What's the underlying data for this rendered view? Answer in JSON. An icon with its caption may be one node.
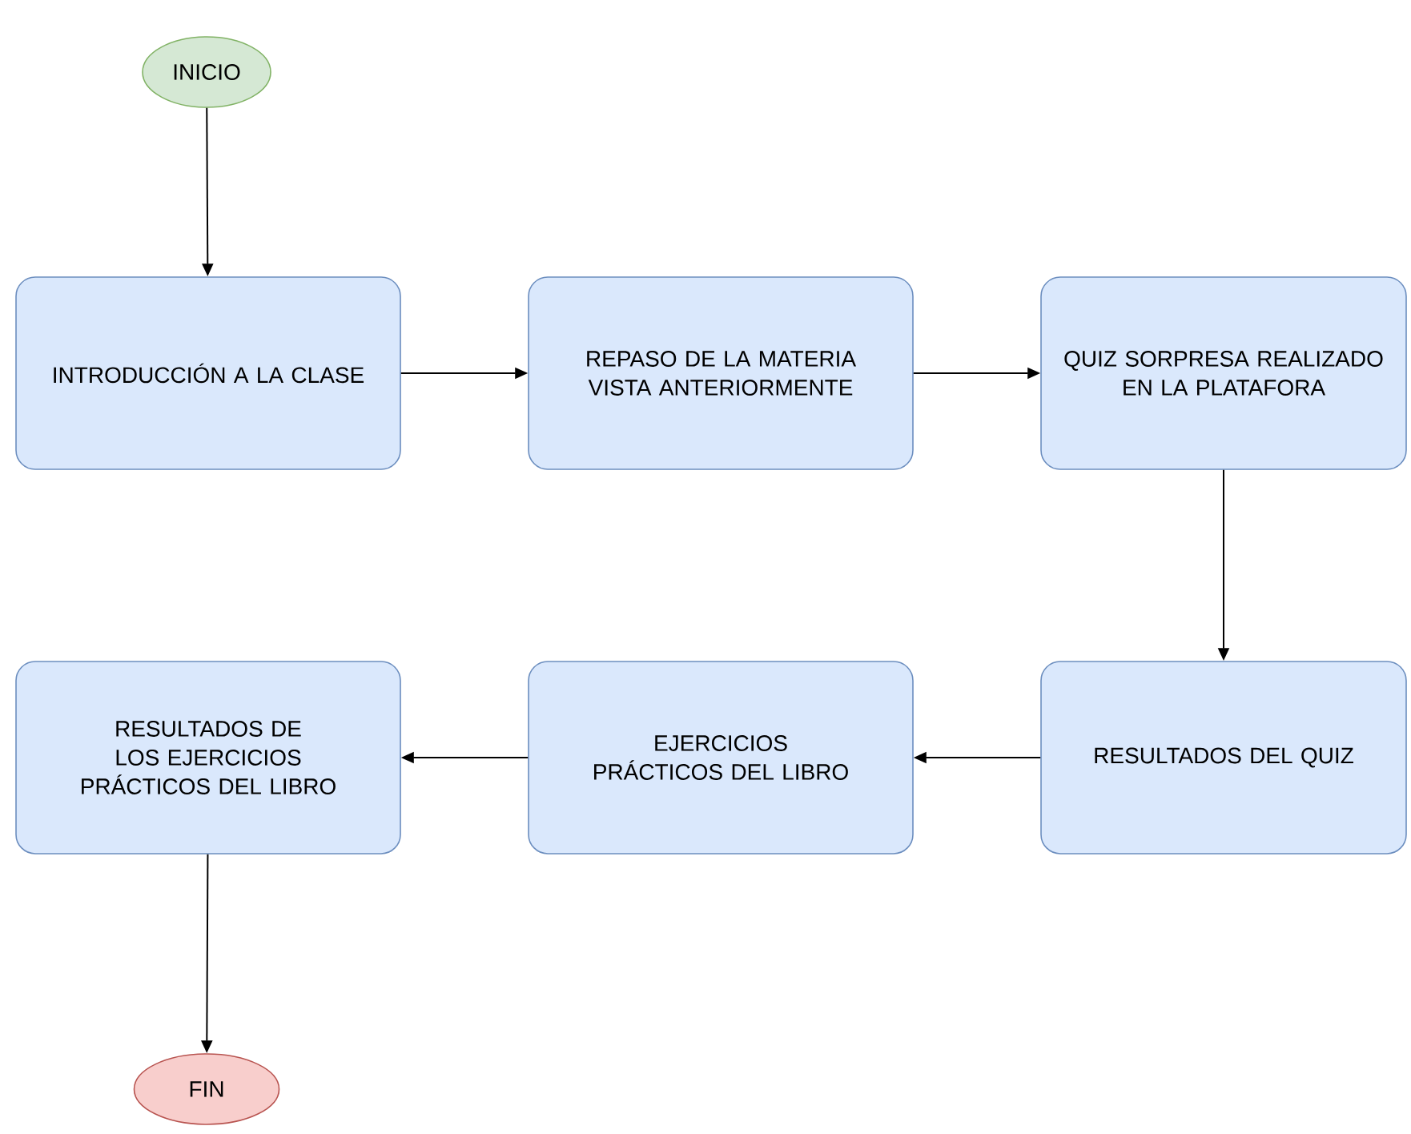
{
  "diagram": {
    "nodes": [
      {
        "text": [
          "INICIO"
        ]
      },
      {
        "text": [
          "INTRODUCCIÓN A LA CLASE"
        ]
      },
      {
        "text": [
          "REPASO DE LA MATERIA VISTA ANTERIORMENTE"
        ]
      },
      {
        "text": [
          "QUIZ SORPRESA REALIZADO EN LA PLATAFORA"
        ]
      },
      {
        "text": [
          "RESULTADOS DEL QUIZ"
        ]
      },
      {
        "text": [
          "EJERCICIOS PRÁCTICOS DEL LIBRO"
        ]
      },
      {
        "text": [
          "RESULTADOS DE LOS EJERCICIOS PRÁCTICOS DEL LIBRO"
        ]
      },
      {
        "text": [
          "FIN"
        ]
      }
    ],
    "edges": [
      {
        "from": 0,
        "to": 1,
        "arrow": "to"
      },
      {
        "from": 1,
        "to": 2,
        "arrow": "to"
      },
      {
        "from": 2,
        "to": 3,
        "arrow": "to"
      },
      {
        "from": 3,
        "to": 4,
        "arrow": "to"
      },
      {
        "from": 4,
        "to": 5,
        "arrow": "to"
      },
      {
        "from": 5,
        "to": 6,
        "arrow": "to"
      },
      {
        "from": 6,
        "to": 7,
        "arrow": "to"
      }
    ]
  }
}
